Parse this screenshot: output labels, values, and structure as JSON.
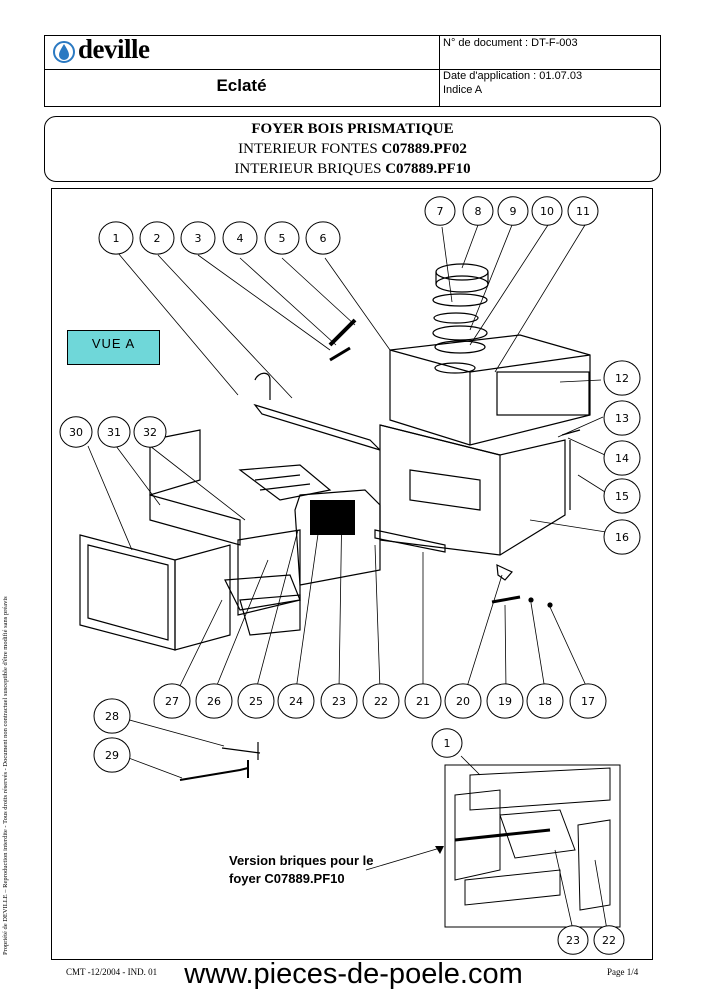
{
  "header": {
    "brand": "deville",
    "doc_number": "N° de document : DT-F-003",
    "section_title": "Eclaté",
    "application_date": "Date d'application : 01.07.03",
    "index": "Indice A"
  },
  "title": {
    "line1": "FOYER BOIS PRISMATIQUE",
    "line2_prefix": "INTERIEUR FONTES ",
    "line2_ref": "C07889.PF02",
    "line3_prefix": "INTERIEUR BRIQUES ",
    "line3_ref": "C07889.PF10"
  },
  "diagram": {
    "view_label": "VUE A",
    "callout_line1": "Version briques pour le",
    "callout_line2": "foyer C07889.PF10",
    "part_numbers": [
      "1",
      "2",
      "3",
      "4",
      "5",
      "6",
      "7",
      "8",
      "9",
      "10",
      "11",
      "12",
      "13",
      "14",
      "15",
      "16",
      "17",
      "18",
      "19",
      "20",
      "21",
      "22",
      "23",
      "24",
      "25",
      "26",
      "27",
      "28",
      "29",
      "30",
      "31",
      "32",
      "1",
      "23",
      "22"
    ]
  },
  "side_note": "Propriété de DEVILLE – Reproduction interdite - Tous droits réservés - Document non contractuel susceptible d'être modifié sans préavis",
  "footer": {
    "left": "CMT -12/2004 - IND. 01",
    "url": "www.pieces-de-poele.com",
    "page": "Page 1/4"
  },
  "colors": {
    "view_label_bg": "#6fd7d9",
    "logo_drop": "#2a79c2"
  }
}
